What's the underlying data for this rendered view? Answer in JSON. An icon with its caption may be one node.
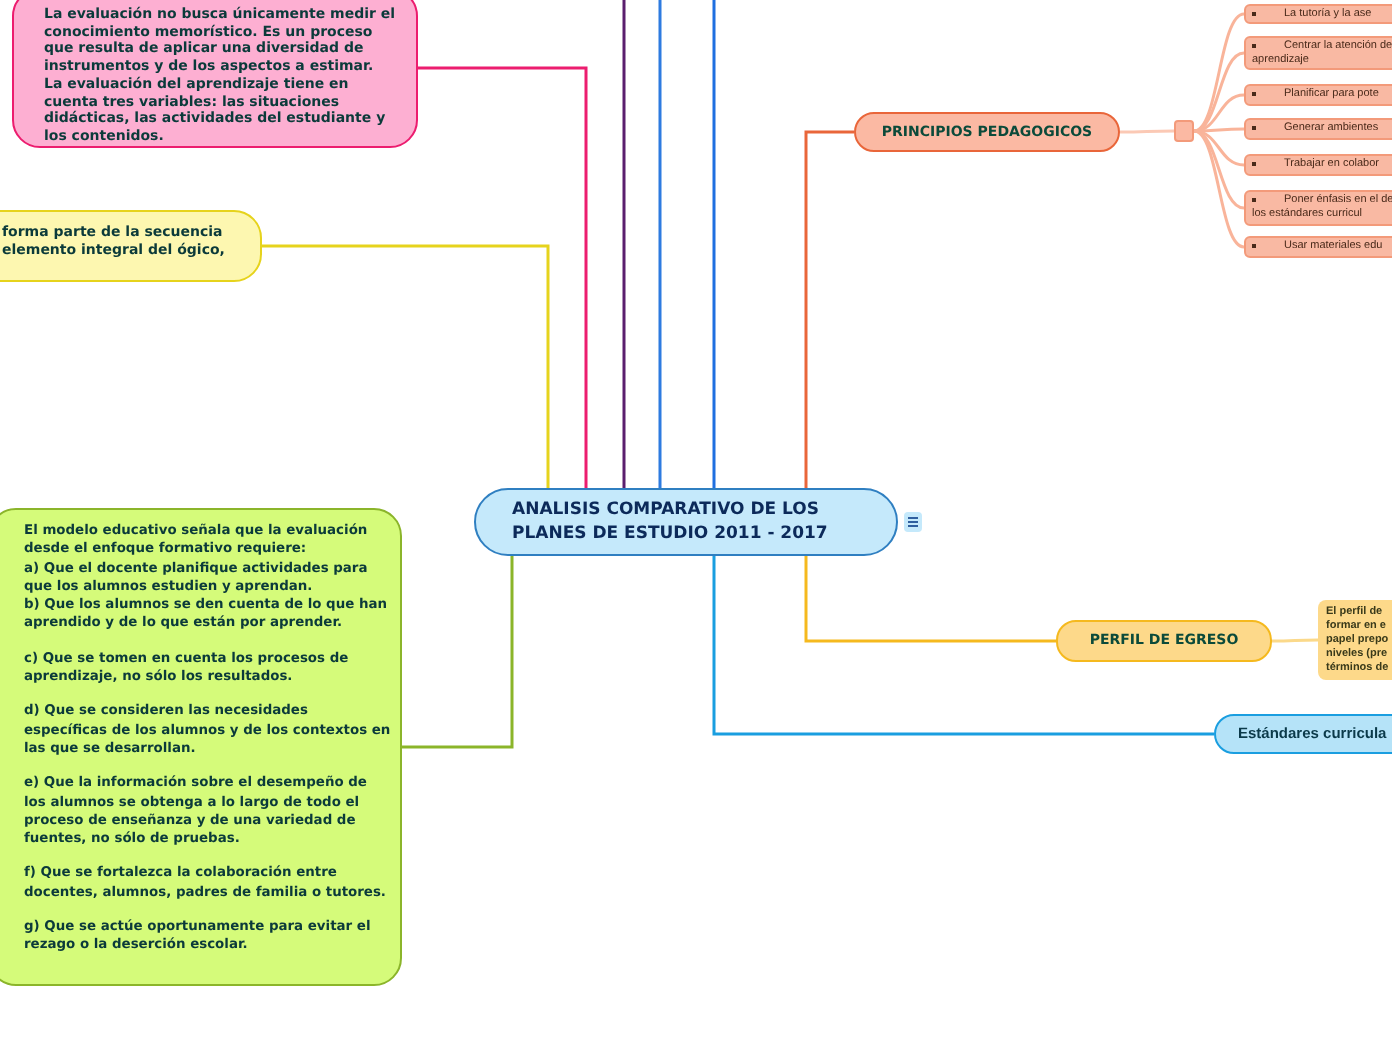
{
  "diagram": {
    "nodes": [
      {
        "text": [
          "ANALISIS COMPARATIVO DE LOS PLANES DE ESTUDIO 2011 - 2017"
        ]
      },
      {
        "text": [
          "La evaluación no busca únicamente medir el conocimiento memorístico. Es un proceso que resulta de aplicar una diversidad de instrumentos y de los aspectos a estimar.",
          "La evaluación del aprendizaje tiene en cuenta tres variables: las situaciones didácticas, las actividades del estudiante y los contenidos."
        ]
      },
      {
        "text": [
          "forma parte de la secuencia elemento integral del ógico,"
        ]
      },
      {
        "text": [
          "El modelo educativo señala que la evaluación desde el enfoque formativo requiere:",
          "a) Que el docente planifique actividades para que los alumnos estudien y aprendan.",
          "b) Que los alumnos se den cuenta de lo que han aprendido y de lo que están por aprender.",
          "c) Que se tomen en cuenta los procesos de aprendizaje, no sólo los resultados.",
          "d) Que se consideren las necesidades específicas de los alumnos y de los contextos en las que se desarrollan.",
          "e) Que la información sobre el desempeño de los alumnos se obtenga a lo largo de todo el proceso de enseñanza y de una variedad de fuentes, no sólo de pruebas.",
          "f) Que se fortalezca la colaboración entre docentes, alumnos, padres de familia o tutores.",
          "g) Que se actúe oportunamente para evitar el rezago o la deserción escolar."
        ]
      },
      {
        "text": [
          "PRINCIPIOS PEDAGOGICOS"
        ]
      },
      {
        "text": [],
        "shape": "box"
      },
      {
        "text": [
          "La tutoría y la ase"
        ]
      },
      {
        "text": [
          "Centrar la atención de aprendizaje"
        ]
      },
      {
        "text": [
          "Planificar para pote"
        ]
      },
      {
        "text": [
          "Generar ambientes"
        ]
      },
      {
        "text": [
          "Trabajar en colabor"
        ]
      },
      {
        "text": [
          "Poner énfasis en el de los estándares curricul"
        ]
      },
      {
        "text": [
          "Usar materiales edu"
        ]
      },
      {
        "text": [
          "PERFIL DE EGRESO"
        ]
      },
      {
        "text": [
          "El perfil de formar en e papel prepo niveles (pre términos de"
        ]
      },
      {
        "text": [
          "Estándares curricula"
        ]
      }
    ],
    "edges": [
      {
        "from": 0,
        "to": 1,
        "arrow": "none",
        "color": "#ec1d6f"
      },
      {
        "from": 0,
        "to": 2,
        "arrow": "none",
        "color": "#e6d31c"
      },
      {
        "from": 0,
        "to": 3,
        "arrow": "none",
        "color": "#8bb52a"
      },
      {
        "from": 0,
        "to": null,
        "arrow": "none",
        "color": "#5b1f6e"
      },
      {
        "from": 0,
        "to": null,
        "arrow": "none",
        "color": "#2d7be0"
      },
      {
        "from": 0,
        "to": null,
        "arrow": "none",
        "color": "#1f6fe0"
      },
      {
        "from": 0,
        "to": 4,
        "arrow": "none",
        "color": "#e9663a"
      },
      {
        "from": 0,
        "to": 13,
        "arrow": "none",
        "color": "#f5b91e"
      },
      {
        "from": 0,
        "to": 15,
        "arrow": "none",
        "color": "#1a9ee0"
      },
      {
        "from": 4,
        "to": 5,
        "arrow": "none",
        "color": "#fbc9b5"
      },
      {
        "from": 5,
        "to": 6,
        "arrow": "none",
        "color": "#f9b49a"
      },
      {
        "from": 5,
        "to": 7,
        "arrow": "none",
        "color": "#f9b49a"
      },
      {
        "from": 5,
        "to": 8,
        "arrow": "none",
        "color": "#f9b49a"
      },
      {
        "from": 5,
        "to": 9,
        "arrow": "none",
        "color": "#f9b49a"
      },
      {
        "from": 5,
        "to": 10,
        "arrow": "none",
        "color": "#f9b49a"
      },
      {
        "from": 5,
        "to": 11,
        "arrow": "none",
        "color": "#f9b49a"
      },
      {
        "from": 5,
        "to": 12,
        "arrow": "none",
        "color": "#f9b49a"
      },
      {
        "from": 13,
        "to": 14,
        "arrow": "none",
        "color": "#fbd98a"
      }
    ]
  }
}
